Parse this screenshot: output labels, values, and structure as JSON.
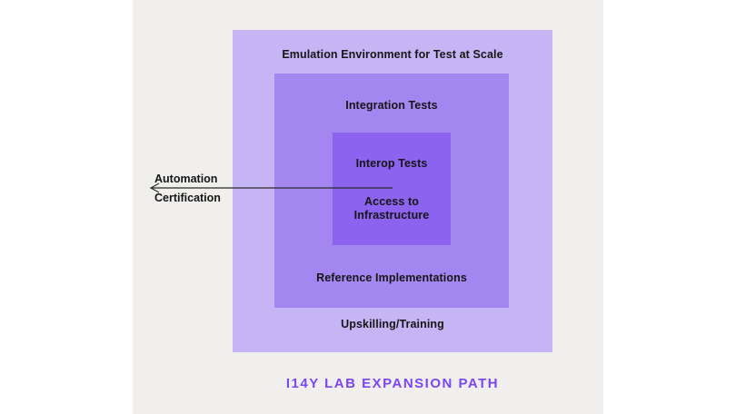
{
  "page": {
    "background": "#ffffff",
    "panel_background": "#f0efed"
  },
  "diagram": {
    "title": "I14Y LAB EXPANSION PATH",
    "title_color": "#7c45f2",
    "layers": {
      "outer": {
        "top_label": "Emulation Environment for Test at Scale",
        "bottom_label": "Upskilling/Training",
        "color": "#c6b5f4"
      },
      "middle": {
        "top_label": "Integration Tests",
        "bottom_label": "Reference Implementations",
        "color": "#a486f0"
      },
      "inner": {
        "top_label": "Interop Tests",
        "bottom_label": "Access to\nInfrastructure",
        "color": "#8b63ee"
      }
    },
    "arrow": {
      "labels": [
        "Automation",
        "Certification"
      ],
      "color": "#2b2b2b"
    }
  }
}
